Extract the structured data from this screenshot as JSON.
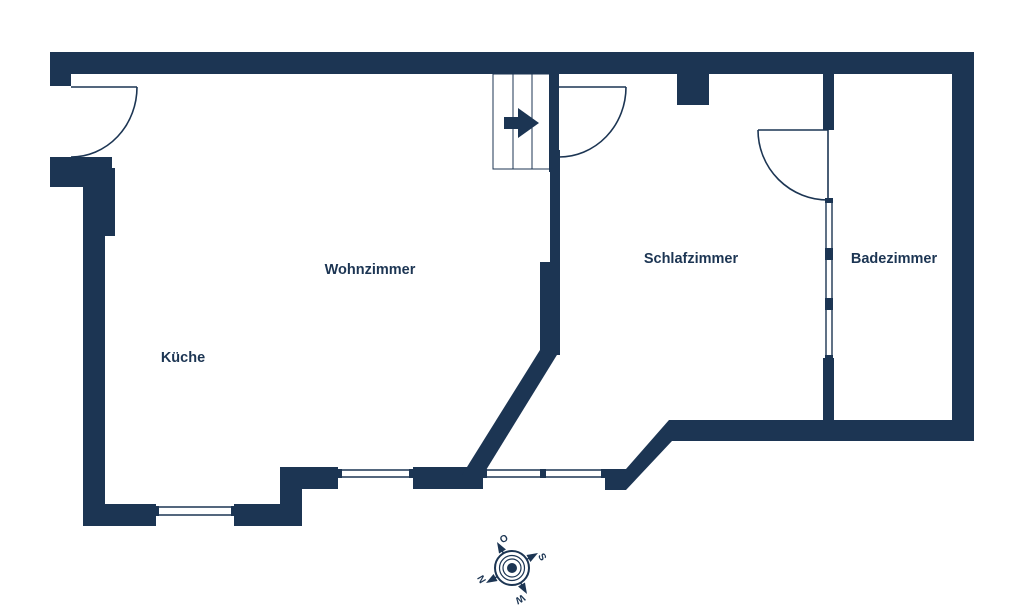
{
  "colors": {
    "wall": "#1c3553",
    "text": "#1c3553",
    "background": "#ffffff"
  },
  "rooms": [
    {
      "id": "kueche",
      "label": "Küche"
    },
    {
      "id": "wohnzimmer",
      "label": "Wohnzimmer"
    },
    {
      "id": "schlafzimmer",
      "label": "Schlafzimmer"
    },
    {
      "id": "badezimmer",
      "label": "Badezimmer"
    }
  ],
  "compass": {
    "letters": [
      "O",
      "S",
      "W",
      "N"
    ]
  },
  "icons": [
    "stair-arrow-icon",
    "compass-icon"
  ]
}
